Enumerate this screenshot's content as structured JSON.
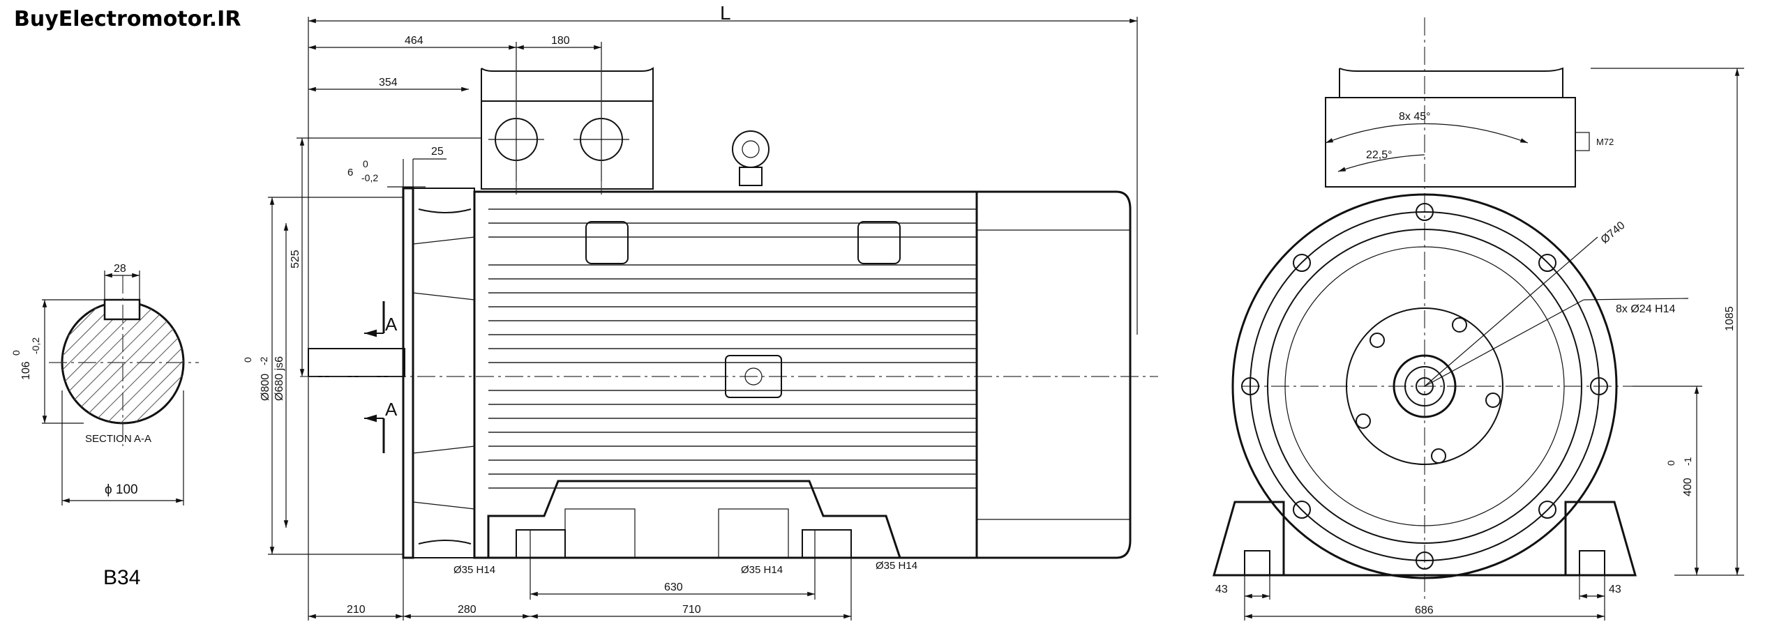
{
  "brand": "BuyElectromotor.IR",
  "model": "B34",
  "section": {
    "title": "SECTION A-A",
    "key_width": "28",
    "tol_top": "0",
    "tol_bottom": "-0,2",
    "height": "106",
    "diameter": "ϕ 100"
  },
  "side_view": {
    "overall_length": "L",
    "box_offset": "464",
    "box_width": "180",
    "lifting_offset": "354",
    "flange_thk": "25",
    "spigot_tol_hi": "0",
    "spigot_tol_lo": "-0,2",
    "spigot_depth": "6",
    "flange_dia_tol_hi": "0",
    "flange_dia_tol_lo": "-2",
    "flange_dia": "Ø800",
    "spigot_dia": "Ø680  js6",
    "bolt_circle_half": "525",
    "section_mark": "A",
    "shaft_length": "210",
    "foot_offset": "280",
    "foot_spacing_a": "630",
    "foot_spacing_b": "710",
    "hole_a": "Ø35  H14",
    "hole_b": "Ø35  H14",
    "hole_c": "Ø35  H14"
  },
  "end_view": {
    "angle_count": "8x  45°",
    "angle_offset": "22,5°",
    "thread": "M72",
    "pcd": "Ø740",
    "flange_holes": "8x  Ø24  H14",
    "overall_height": "1085",
    "shaft_height": "400",
    "shaft_tol_hi": "0",
    "shaft_tol_lo": "-1",
    "foot_edge_left": "43",
    "foot_edge_right": "43",
    "foot_span": "686"
  }
}
